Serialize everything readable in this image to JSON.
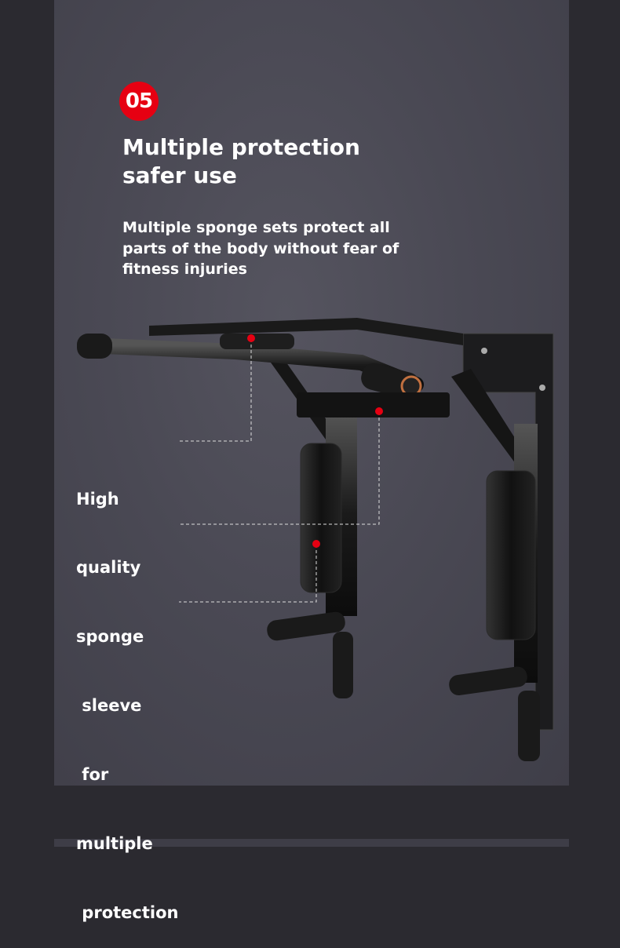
{
  "badge": "05",
  "title_line1": "Multiple protection",
  "title_line2": "safer use",
  "description": [
    "Multiple sponge sets protect all",
    "parts of the body without fear of",
    "fitness injuries"
  ],
  "callout": [
    "High",
    "quality",
    "sponge",
    " sleeve",
    " for",
    "multiple",
    " protection"
  ],
  "colors": {
    "accent": "#e60012",
    "background": "#2b2a30",
    "panel": "#4a4954"
  }
}
